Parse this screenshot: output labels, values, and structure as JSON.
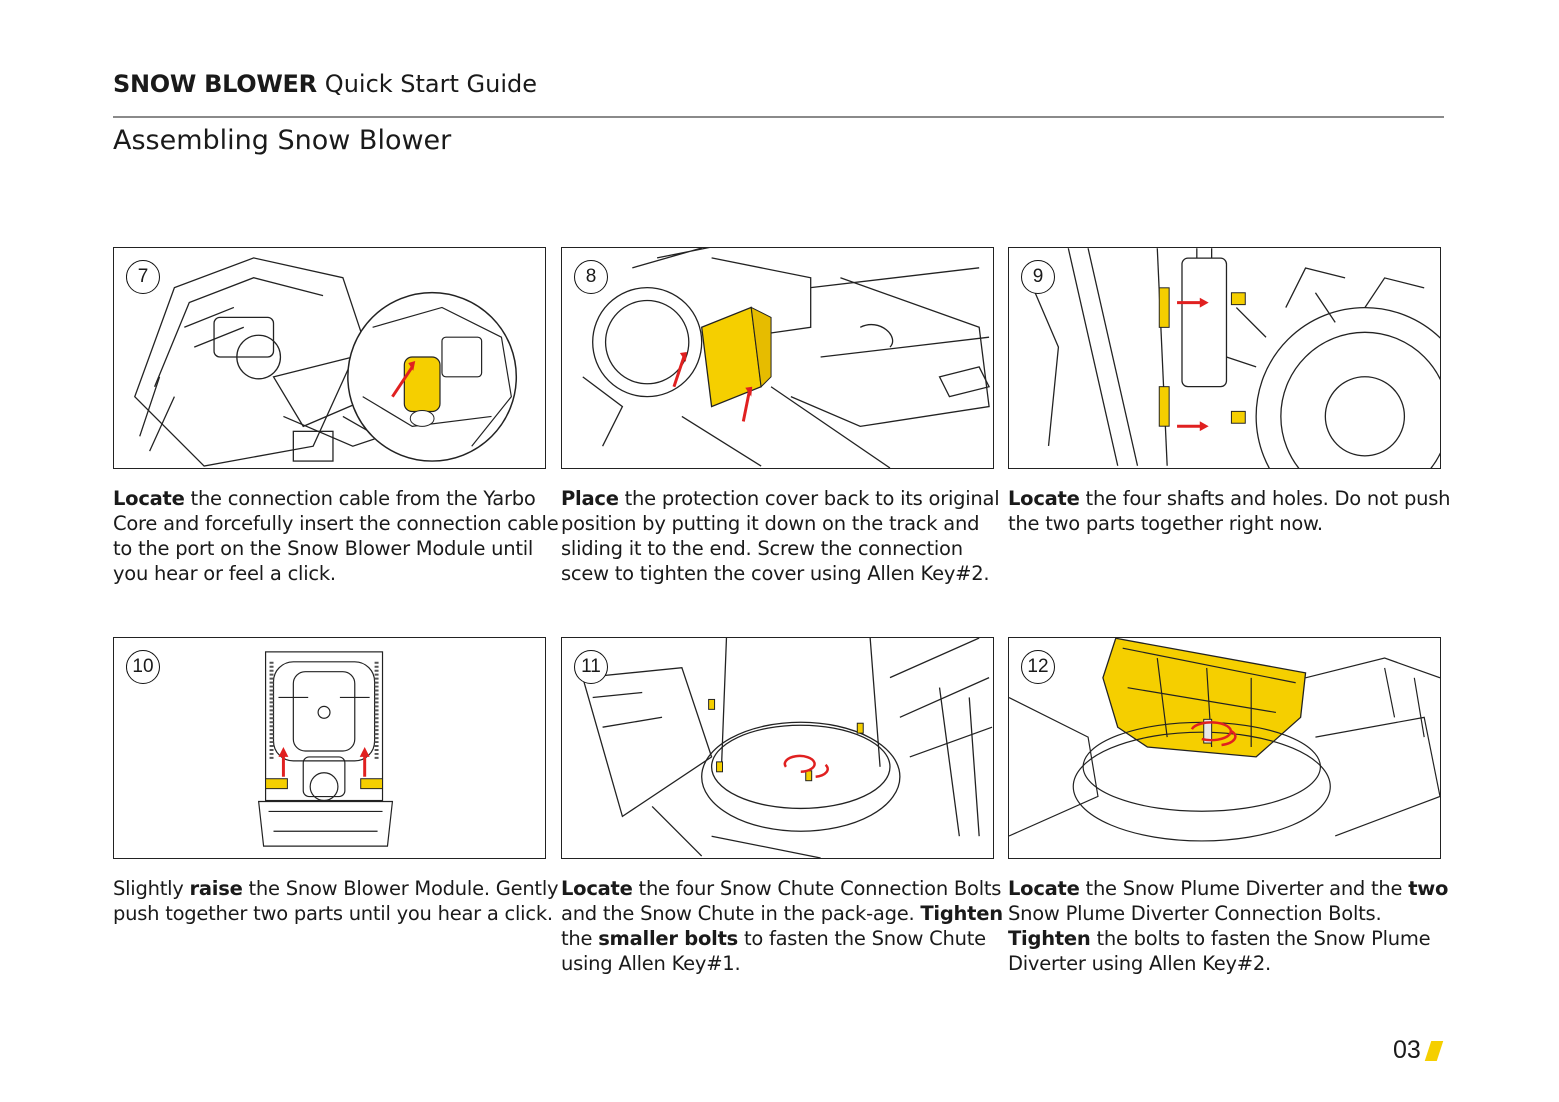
{
  "header": {
    "brand": "SNOW BLOWER",
    "guide": "Quick Start Guide"
  },
  "section_title": "Assembling Snow Blower",
  "colors": {
    "accent_yellow": "#f5cf00",
    "arrow_red": "#e02020",
    "rule": "#8a8a8a"
  },
  "steps": [
    {
      "number": "7",
      "parts": [
        {
          "b": "Locate"
        },
        {
          "t": " the connection cable from the Yarbo Core and forcefully insert the connection cable to the port on the Snow Blower Module until you hear or feel a click."
        }
      ]
    },
    {
      "number": "8",
      "parts": [
        {
          "b": "Place"
        },
        {
          "t": " the protection cover back to its original position by putting it down on the track and sliding it to the end. Screw the connection scew to tighten the cover using Allen Key#2."
        }
      ]
    },
    {
      "number": "9",
      "parts": [
        {
          "b": "Locate"
        },
        {
          "t": " the four shafts and holes. Do not push the two parts together right now."
        }
      ]
    },
    {
      "number": "10",
      "parts": [
        {
          "t": "Slightly "
        },
        {
          "b": "raise"
        },
        {
          "t": " the Snow Blower Module. Gently push together two parts until you hear a click."
        }
      ]
    },
    {
      "number": "11",
      "parts": [
        {
          "b": "Locate"
        },
        {
          "t": " the four Snow Chute Connection Bolts and the Snow Chute in the pack-age. "
        },
        {
          "b": "Tighten"
        },
        {
          "t": " the "
        },
        {
          "b": "smaller bolts"
        },
        {
          "t": " to fasten the Snow Chute using Allen Key#1."
        }
      ]
    },
    {
      "number": "12",
      "parts": [
        {
          "b": "Locate"
        },
        {
          "t": " the Snow Plume Diverter and the "
        },
        {
          "b": "two"
        },
        {
          "t": " Snow Plume Diverter Connection Bolts. "
        },
        {
          "b": "Tighten"
        },
        {
          "t": " the bolts to fasten the Snow Plume Diverter using Allen Key#2."
        }
      ]
    }
  ],
  "page_number": "03"
}
